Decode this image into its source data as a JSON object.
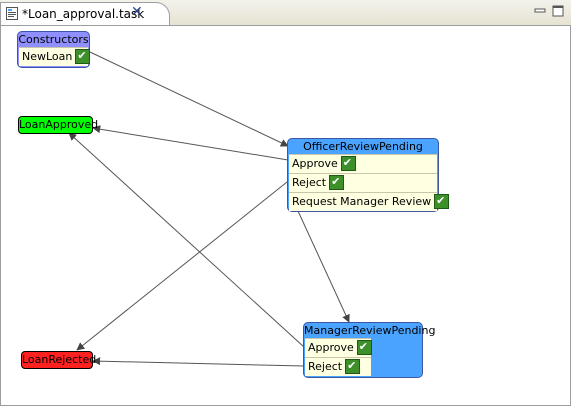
{
  "tab": {
    "title": "*Loan_approval.task",
    "close_symbol": "✕"
  },
  "nodes": {
    "constructors": {
      "title": "Constructors",
      "rows": [
        "NewLoan"
      ]
    },
    "officer": {
      "title": "OfficerReviewPending",
      "rows": [
        "Approve",
        "Reject",
        "Request Manager Review"
      ]
    },
    "manager": {
      "title": "ManagerReviewPending",
      "rows": [
        "Approve",
        "Reject"
      ]
    },
    "approved": {
      "label": "LoanApproved",
      "color": "#00ff00"
    },
    "rejected": {
      "label": "LoanRejected",
      "color": "#ff2020"
    }
  },
  "colors": {
    "group_fill_constructors": "#8f8fff",
    "group_fill_review": "#4aa3ff",
    "row_fill": "#ffffe1",
    "check": "#3d8f2a"
  }
}
